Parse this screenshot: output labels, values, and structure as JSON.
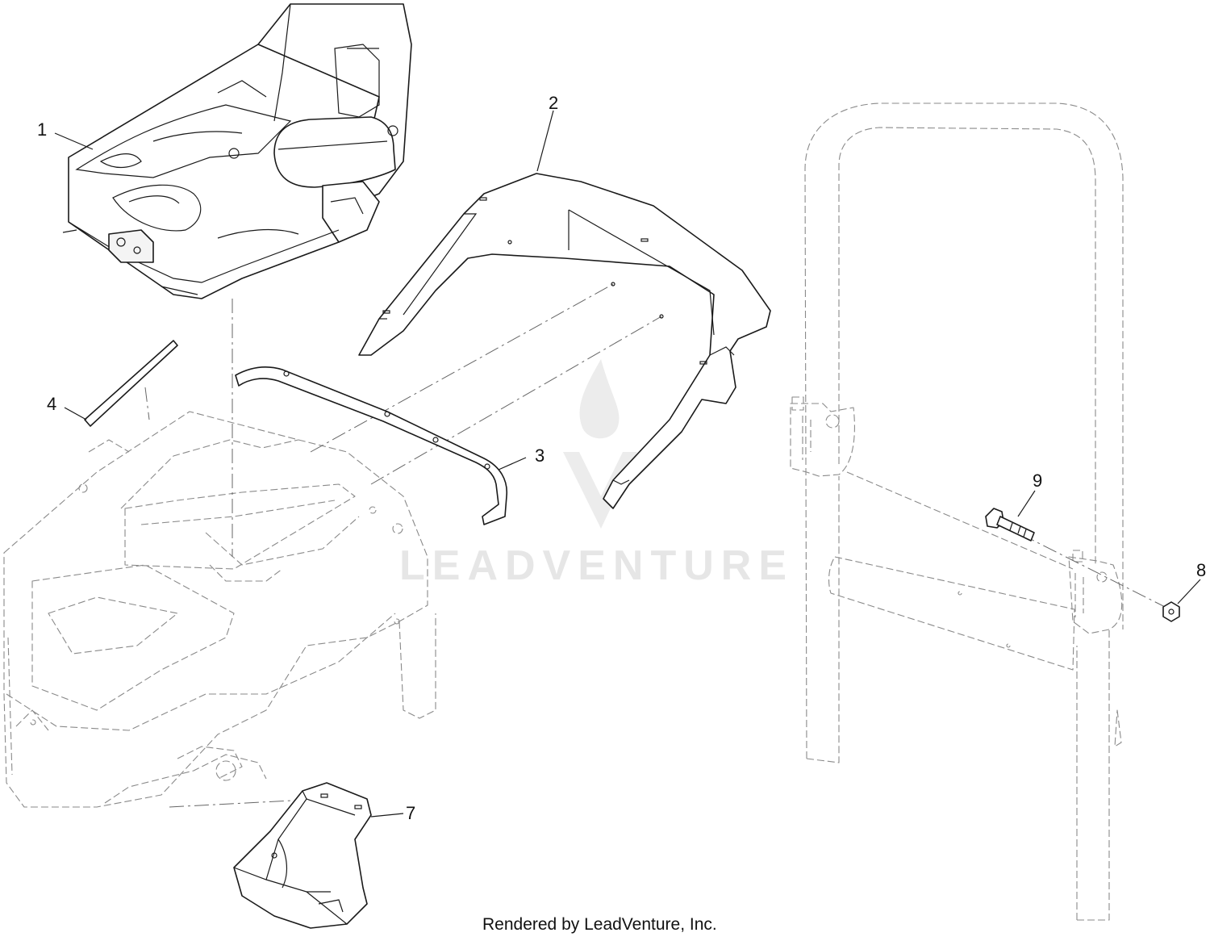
{
  "diagram": {
    "callouts": [
      "1",
      "2",
      "3",
      "4",
      "7",
      "8",
      "9"
    ],
    "credit": "Rendered by LeadVenture, Inc.",
    "watermark": "LEADVENTURE"
  },
  "colors": {
    "line": "#1a1a1a",
    "phantom": "#8a8a8a",
    "watermark": "#e6e6e6"
  }
}
